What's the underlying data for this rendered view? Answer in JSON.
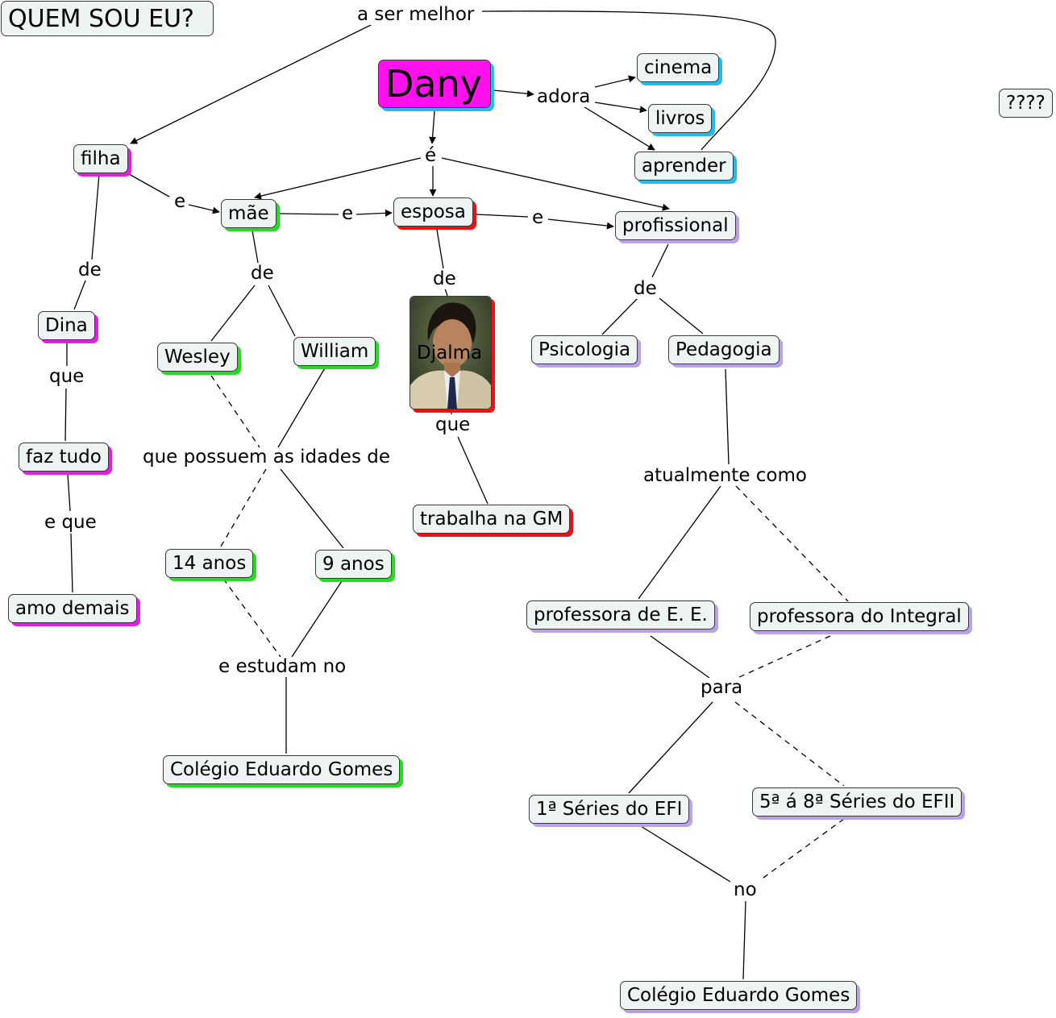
{
  "title": "QUEM SOU EU?",
  "central": "Dany",
  "mystery": "????",
  "nodes": {
    "filha": "filha",
    "mae": "mãe",
    "esposa": "esposa",
    "profissional": "profissional",
    "cinema": "cinema",
    "livros": "livros",
    "aprender": "aprender",
    "dina": "Dina",
    "faz_tudo": "faz tudo",
    "amo_demais": "amo demais",
    "wesley": "Wesley",
    "william": "William",
    "anos14": "14 anos",
    "anos9": "9 anos",
    "colegio1": "Colégio Eduardo Gomes",
    "djalma": "Djalma",
    "trabalha": "trabalha na GM",
    "psicologia": "Psicologia",
    "pedagogia": "Pedagogia",
    "prof_ee": "professora de E. E.",
    "prof_integral": "professora do Integral",
    "series_efi": "1ª Séries do EFI",
    "series_efii": "5ª á 8ª Séries do EFII",
    "colegio2": "Colégio Eduardo Gomes"
  },
  "labels": {
    "a_ser_melhor": "a ser melhor",
    "adora": "adora",
    "e_verb": "é",
    "e1": "e",
    "e2": "e",
    "e3": "e",
    "de_filha": "de",
    "de_mae": "de",
    "de_esposa": "de",
    "de_prof": "de",
    "que_dina": "que",
    "e_que": "e que",
    "que_possuem": "que possuem as idades de",
    "e_estudam": "e estudam no",
    "que_djalma": "que",
    "atualmente": "atualmente como",
    "para": "para",
    "no": "no"
  },
  "colors": {
    "central_fill": "#ff11ee",
    "magenta_shadow": "#e020e0",
    "green_shadow": "#22dd22",
    "red_shadow": "#ee1111",
    "blue_shadow": "#22bbee",
    "purple_shadow": "#b9a2e8",
    "node_fill": "#eef3f3"
  }
}
